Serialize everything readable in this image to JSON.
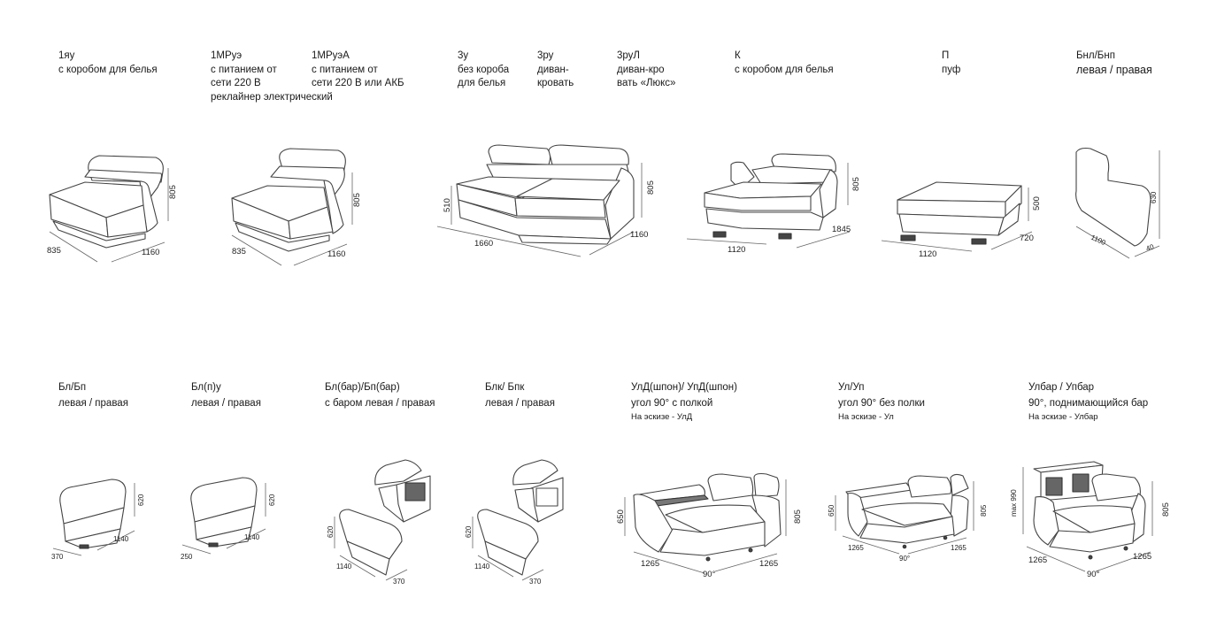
{
  "row1": [
    {
      "id": "1yu",
      "lines": [
        "1яу",
        "с коробом для белья"
      ]
    },
    {
      "id": "1mrue",
      "lines": [
        "1МРуэ",
        "с питанием от",
        "сети 220 В",
        "реклайнер электрический"
      ]
    },
    {
      "id": "1mruea",
      "lines": [
        "1МРуэА",
        "с питанием от",
        "сети 220 В или АКБ"
      ]
    },
    {
      "id": "3u",
      "lines": [
        "3у",
        "без короба",
        "для белья"
      ]
    },
    {
      "id": "3ru",
      "lines": [
        "3ру",
        "диван-",
        "кровать"
      ]
    },
    {
      "id": "3rul",
      "lines": [
        "3руЛ",
        "диван-кро",
        "вать «Люкс»"
      ]
    },
    {
      "id": "k",
      "lines": [
        "К",
        "с коробом для белья"
      ]
    },
    {
      "id": "p",
      "lines": [
        "П",
        "пуф"
      ]
    },
    {
      "id": "bnl",
      "lines": [
        "Бнл/Бнп",
        "левая / правая"
      ]
    }
  ],
  "row2": [
    {
      "id": "bl",
      "lines": [
        "Бл/Бп",
        "левая / правая"
      ]
    },
    {
      "id": "blpu",
      "lines": [
        "Бл(п)у",
        "левая / правая"
      ]
    },
    {
      "id": "blbar",
      "lines": [
        "Бл(бар)/Бп(бар)",
        "с баром левая / правая"
      ]
    },
    {
      "id": "blk",
      "lines": [
        "Блк/ Бпк",
        "левая / правая"
      ]
    },
    {
      "id": "uld",
      "lines": [
        "УлД(шпон)/ УпД(шпон)",
        "угол 90°  с полкой"
      ],
      "note": "На эскизе - УлД"
    },
    {
      "id": "ul",
      "lines": [
        "Ул/Уп",
        "угол 90°  без полки"
      ],
      "note": "На эскизе - Ул"
    },
    {
      "id": "ulbar",
      "lines": [
        "Улбар / Упбар",
        "90°, поднимающийся бар"
      ],
      "note": "На эскизе - Улбар"
    }
  ],
  "dims": {
    "d1yu": {
      "h": "805",
      "d": "835",
      "w": "1160"
    },
    "d1mr": {
      "h": "805",
      "d": "835",
      "w": "1160"
    },
    "d3u": {
      "h": "805",
      "seat": "510",
      "w": "1660",
      "d": "1160"
    },
    "dk": {
      "h": "805",
      "w": "1120",
      "d": "1845"
    },
    "dp": {
      "h": "500",
      "w": "1120",
      "d": "720"
    },
    "dbnl": {
      "h": "630",
      "w": "1100",
      "d": "40"
    },
    "dbl": {
      "h": "620",
      "w": "1140",
      "d": "370"
    },
    "dblpu": {
      "h": "620",
      "w": "1140",
      "d": "250"
    },
    "dblbar": {
      "h": "620",
      "w": "1140",
      "d": "370"
    },
    "dblk": {
      "h": "620",
      "w": "1140",
      "d": "370"
    },
    "duld": {
      "seat": "650",
      "h": "805",
      "a": "1265",
      "b": "1265",
      "angle": "90°"
    },
    "dul": {
      "seat": "650",
      "h": "805",
      "a": "1265",
      "b": "1265",
      "angle": "90°"
    },
    "dulbar": {
      "seat": "max 990",
      "h": "805",
      "a": "1265",
      "b": "1265",
      "angle": "90°"
    }
  },
  "colors": {
    "line": "#444444",
    "text": "#1a1a1a",
    "bg": "#ffffff"
  }
}
